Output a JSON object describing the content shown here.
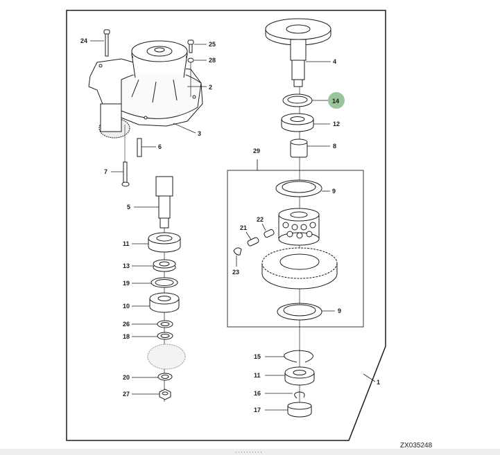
{
  "diagram": {
    "reference_code": "ZX035248",
    "highlighted_callout": "14",
    "highlight_color": "#9cc49c",
    "line_color": "#1a1a1a",
    "assembly_group_label": "29",
    "callouts": {
      "c1": "1",
      "c2": "2",
      "c3": "3",
      "c4": "4",
      "c5": "5",
      "c6": "6",
      "c7": "7",
      "c8": "8",
      "c9a": "9",
      "c9b": "9",
      "c10": "10",
      "c11a": "11",
      "c11b": "11",
      "c12": "12",
      "c13": "13",
      "c14": "14",
      "c15": "15",
      "c16": "16",
      "c17": "17",
      "c18": "18",
      "c19": "19",
      "c20": "20",
      "c21": "21",
      "c22": "22",
      "c23": "23",
      "c24": "24",
      "c25": "25",
      "c26": "26",
      "c27": "27",
      "c28": "28",
      "c29": "29"
    }
  },
  "viewer": {
    "resize_handle": "drag-handle"
  }
}
